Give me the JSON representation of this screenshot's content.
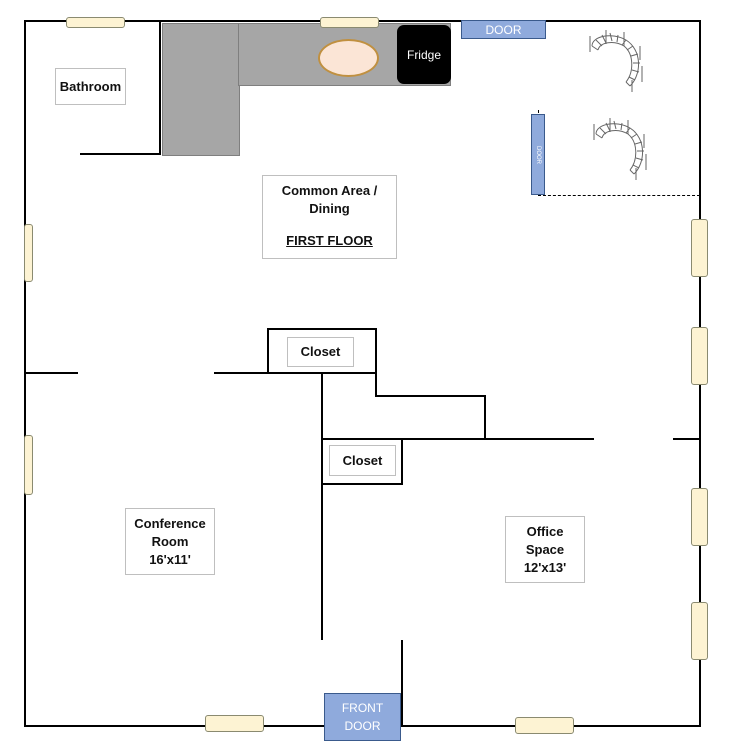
{
  "rooms": {
    "bathroom": "Bathroom",
    "common_area": "Common Area /",
    "dining": "Dining",
    "first_floor": "FIRST FLOOR",
    "closet_upper": "Closet",
    "closet_lower": "Closet",
    "conference_title": "Conference",
    "conference_room": "Room",
    "conference_size": "16'x11'",
    "office_title": "Office",
    "office_space": "Space",
    "office_size": "12'x13'"
  },
  "fixtures": {
    "fridge": "Fridge",
    "door_top": "DOOR",
    "door_side": "DOOR",
    "front_door_line1": "FRONT",
    "front_door_line2": "DOOR"
  },
  "colors": {
    "door_fill": "#8faadc",
    "window_fill": "#fdf3d3",
    "counter_fill": "#a6a6a6",
    "fridge_fill": "#000000",
    "sink_fill": "#fbe5d6"
  },
  "icons": [
    "spiral-staircase-icon",
    "spiral-staircase-icon"
  ]
}
